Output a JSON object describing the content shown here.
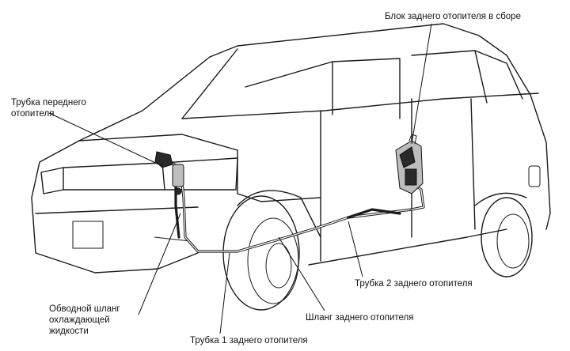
{
  "labels": {
    "rear_heater_unit": "Блок заднего отопителя в сборе",
    "front_heater_pipe": "Трубка переднего отопителя",
    "rear_heater_pipe_2": "Трубка 2 заднего отопителя",
    "bypass_hose": "Обводной шланг охлаждающей жидкости",
    "rear_heater_hose": "Шланг заднего отопителя",
    "rear_heater_pipe_1": "Трубка 1 заднего отопителя"
  }
}
